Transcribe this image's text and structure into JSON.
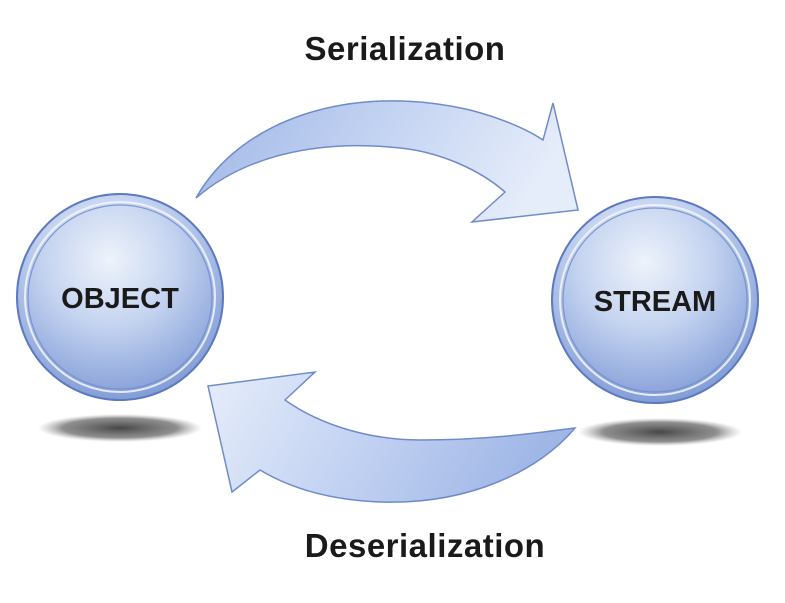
{
  "diagram": {
    "top_arrow_label": "Serialization",
    "bottom_arrow_label": "Deserialization",
    "nodes": {
      "left": {
        "label": "OBJECT"
      },
      "right": {
        "label": "STREAM"
      }
    }
  },
  "colors": {
    "node_fill_light": "#e9effa",
    "node_fill_dark": "#7f9ad6",
    "node_stroke": "#5d79bf",
    "arrow_fill_light": "#dfe8f8",
    "arrow_fill_dark": "#8aa6df",
    "arrow_stroke": "#6f8cc9",
    "shadow": "#5a5a5a",
    "text": "#1a1a1a"
  }
}
